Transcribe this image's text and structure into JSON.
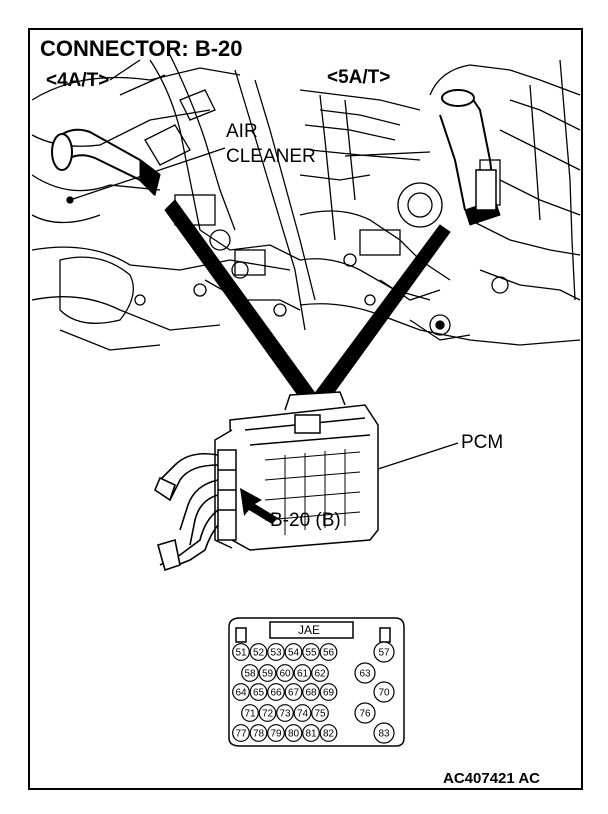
{
  "title": "CONNECTOR: B-20",
  "variants": {
    "left": "<4A/T>",
    "right": "<5A/T>"
  },
  "callouts": {
    "air_cleaner_line1": "AIR",
    "air_cleaner_line2": "CLEANER",
    "pcm": "PCM",
    "connector": "B-20 (B)"
  },
  "connector_face": {
    "maker": "JAE",
    "rows": [
      [
        "51",
        "52",
        "53",
        "54",
        "55",
        "56",
        "57"
      ],
      [
        "58",
        "59",
        "60",
        "61",
        "62",
        "63"
      ],
      [
        "64",
        "65",
        "66",
        "67",
        "68",
        "69",
        "70"
      ],
      [
        "71",
        "72",
        "73",
        "74",
        "75",
        "76"
      ],
      [
        "77",
        "78",
        "79",
        "80",
        "81",
        "82",
        "83"
      ]
    ]
  },
  "doc_id": "AC407421 AC",
  "colors": {
    "ink": "#000000",
    "paper": "#ffffff"
  }
}
